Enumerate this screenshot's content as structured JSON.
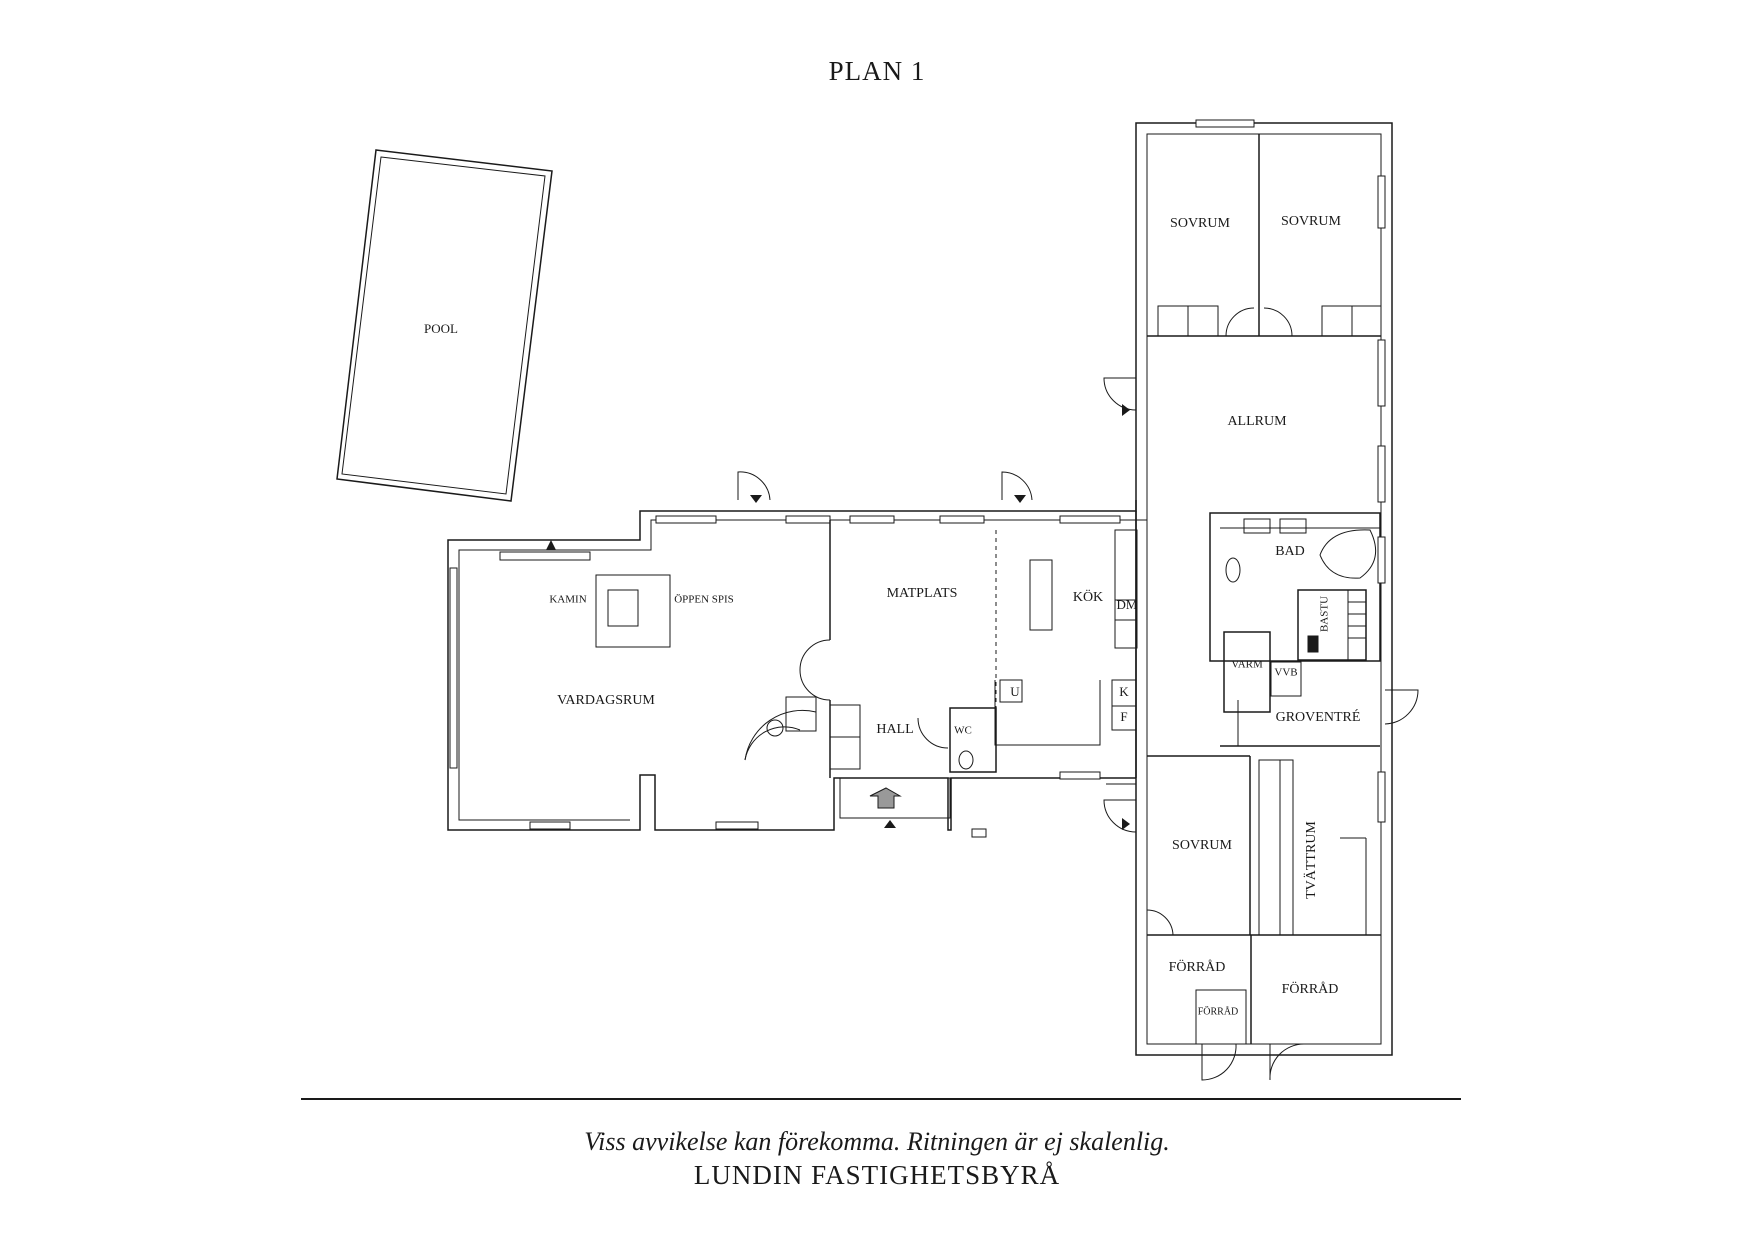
{
  "title": "PLAN 1",
  "footer": {
    "disclaimer": "Viss avvikelse kan förekomma. Ritningen är ej skalenlig.",
    "brand": "LUNDIN FASTIGHETSBYRÅ"
  },
  "rooms": {
    "pool": "POOL",
    "sovrum_1": "SOVRUM",
    "sovrum_2": "SOVRUM",
    "allrum": "ALLRUM",
    "bad": "BAD",
    "bastu": "BASTU",
    "kamin": "KAMIN",
    "oppen_spis": "ÖPPEN SPIS",
    "matplats": "MATPLATS",
    "kok": "KÖK",
    "dm": "DM",
    "varm": "VARM",
    "vvb": "VVB",
    "vardagsrum": "VARDAGSRUM",
    "hall": "HALL",
    "wc": "WC",
    "u": "U",
    "k": "K",
    "f": "F",
    "groventre": "GROVENTRÉ",
    "sovrum_3": "SOVRUM",
    "tvattrum": "TVÄTTRUM",
    "forrad_1": "FÖRRÅD",
    "forrad_2": "FÖRRÅD",
    "forrad_small": "FÖRRÅD"
  }
}
